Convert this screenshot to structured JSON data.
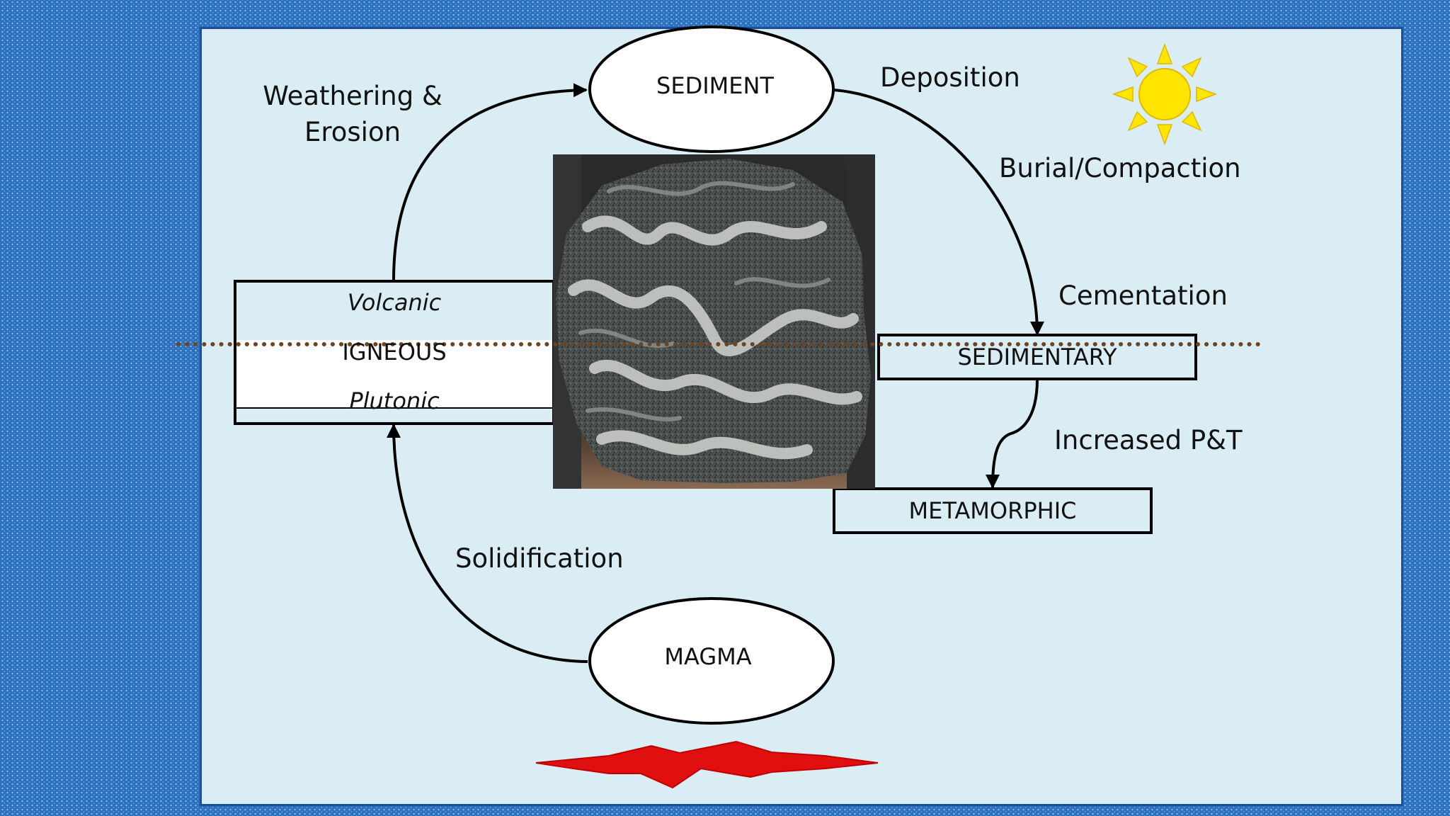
{
  "nodes": {
    "sediment": "SEDIMENT",
    "magma": "MAGMA",
    "igneous": "IGNEOUS",
    "volcanic": "Volcanic",
    "plutonic": "Plutonic",
    "sedimentary": "SEDIMENTARY",
    "metamorphic": "METAMORPHIC"
  },
  "processes": {
    "weathering_line1": "Weathering &",
    "weathering_line2": "Erosion",
    "deposition": "Deposition",
    "burial": "Burial/Compaction",
    "cementation": "Cementation",
    "increased_pt": "Increased P&T",
    "solidification": "Solidification"
  },
  "icons": {
    "sun": "sun-icon",
    "explosion": "heat-burst-icon",
    "rock_photo": "gneiss-rock-photo"
  },
  "colors": {
    "background": "#2a72c0",
    "panel": "#daedf4",
    "sun": "#ffe500",
    "sun_outline": "#e0b800",
    "burst": "#e01010",
    "dotted_line": "#6b4423"
  }
}
